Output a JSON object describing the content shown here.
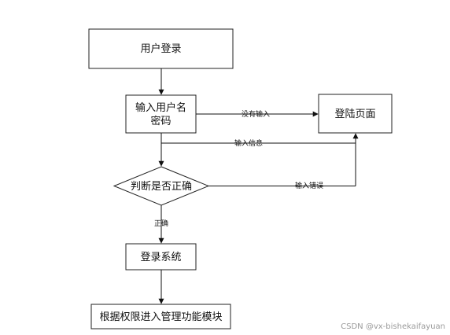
{
  "nodes": {
    "login": "用户登录",
    "input_line1": "输入用户名",
    "input_line2": "密码",
    "login_page": "登陆页面",
    "judge": "判断是否正确",
    "system": "登录系统",
    "manage": "根据权限进入管理功能模块"
  },
  "edges": {
    "no_input": "没有输入",
    "input_info": "输入信息",
    "input_error": "输入错误",
    "correct": "正确"
  },
  "watermark": "CSDN @vx-bishekaifayuan"
}
